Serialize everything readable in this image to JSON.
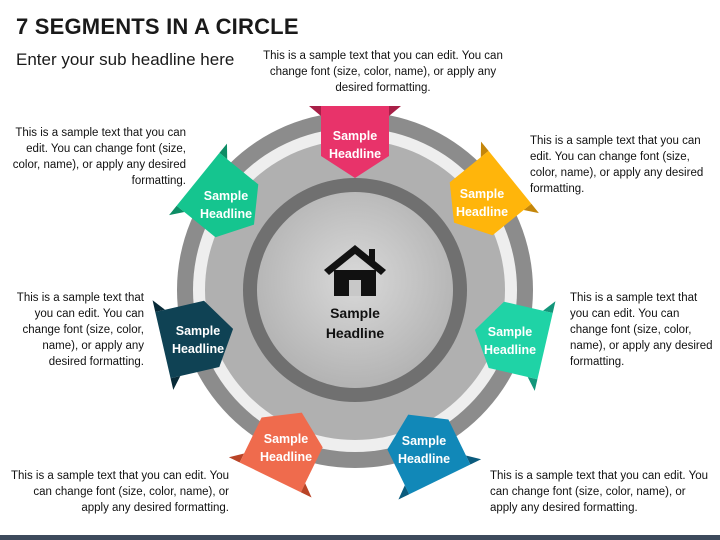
{
  "title": "7 SEGMENTS IN A CIRCLE",
  "subtitle": "Enter your sub headline here",
  "center": {
    "label_line1": "Sample",
    "label_line2": "Headline",
    "icon": "home-icon"
  },
  "segments": [
    {
      "line1": "Sample",
      "line2": "Headline",
      "color": "#e8336a",
      "dark": "#a81f47",
      "description": "This is a sample text that you can edit. You can change font (size, color, name), or apply any desired formatting."
    },
    {
      "line1": "Sample",
      "line2": "Headline",
      "color": "#ffb50b",
      "dark": "#c4860a",
      "description": "This is a sample text that you can edit. You can change font (size, color, name), or apply any desired formatting."
    },
    {
      "line1": "Sample",
      "line2": "Headline",
      "color": "#1fd3a6",
      "dark": "#12967a",
      "description": "This is a sample text that you can edit. You can change font (size, color, name), or apply any desired formatting."
    },
    {
      "line1": "Sample",
      "line2": "Headline",
      "color": "#1188b8",
      "dark": "#0a5b7d",
      "description": "This is a sample text that you can edit. You can change font (size, color, name), or apply any desired formatting."
    },
    {
      "line1": "Sample",
      "line2": "Headline",
      "color": "#ef6b4d",
      "dark": "#b94427",
      "description": "This is a sample text that you can edit. You can change font (size, color, name), or apply any desired formatting."
    },
    {
      "line1": "Sample",
      "line2": "Headline",
      "color": "#0f4254",
      "dark": "#082a37",
      "description": "This is a sample text that you can edit. You can change font (size, color, name), or apply any desired formatting."
    },
    {
      "line1": "Sample",
      "line2": "Headline",
      "color": "#15c58f",
      "dark": "#0d8d65",
      "description": "This is a sample text that you can edit. You can change font (size, color, name), or apply any desired formatting."
    }
  ]
}
